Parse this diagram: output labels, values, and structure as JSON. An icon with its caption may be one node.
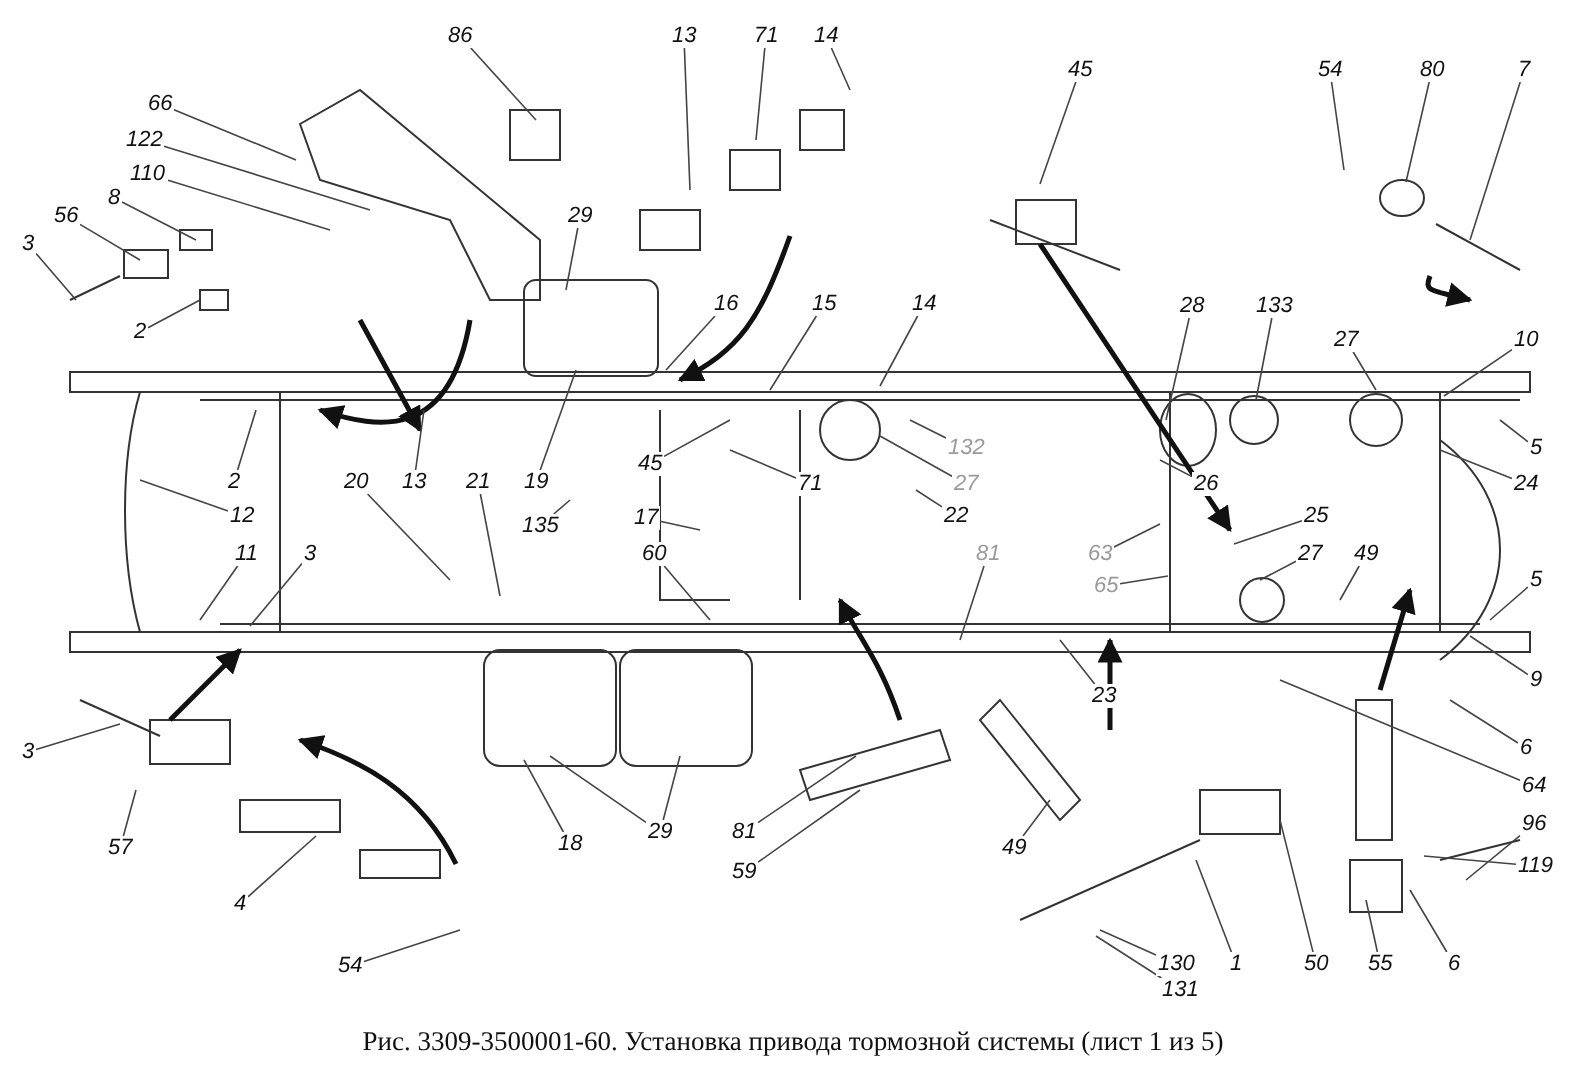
{
  "diagram": {
    "caption": "Рис. 3309-3500001-60. Установка привода тормозной системы (лист 1 из 5)",
    "nodes": [
      {
        "text": [
          "86"
        ]
      },
      {
        "text": [
          "13"
        ]
      },
      {
        "text": [
          "71"
        ]
      },
      {
        "text": [
          "14"
        ]
      },
      {
        "text": [
          "45"
        ]
      },
      {
        "text": [
          "54"
        ]
      },
      {
        "text": [
          "80"
        ]
      },
      {
        "text": [
          "7"
        ]
      },
      {
        "text": [
          "66"
        ]
      },
      {
        "text": [
          "122"
        ]
      },
      {
        "text": [
          "110"
        ]
      },
      {
        "text": [
          "8"
        ]
      },
      {
        "text": [
          "56"
        ]
      },
      {
        "text": [
          "3"
        ]
      },
      {
        "text": [
          "2"
        ]
      },
      {
        "text": [
          "29"
        ]
      },
      {
        "text": [
          "16"
        ]
      },
      {
        "text": [
          "15"
        ]
      },
      {
        "text": [
          "14"
        ]
      },
      {
        "text": [
          "28"
        ]
      },
      {
        "text": [
          "133"
        ]
      },
      {
        "text": [
          "27"
        ]
      },
      {
        "text": [
          "10"
        ]
      },
      {
        "text": [
          "5"
        ]
      },
      {
        "text": [
          "24"
        ]
      },
      {
        "text": [
          "132"
        ]
      },
      {
        "text": [
          "27"
        ]
      },
      {
        "text": [
          "26"
        ]
      },
      {
        "text": [
          "45"
        ]
      },
      {
        "text": [
          "71"
        ]
      },
      {
        "text": [
          "22"
        ]
      },
      {
        "text": [
          "2"
        ]
      },
      {
        "text": [
          "13"
        ]
      },
      {
        "text": [
          "21"
        ]
      },
      {
        "text": [
          "19"
        ]
      },
      {
        "text": [
          "20"
        ]
      },
      {
        "text": [
          "12"
        ]
      },
      {
        "text": [
          "135"
        ]
      },
      {
        "text": [
          "17"
        ]
      },
      {
        "text": [
          "60"
        ]
      },
      {
        "text": [
          "25"
        ]
      },
      {
        "text": [
          "63"
        ]
      },
      {
        "text": [
          "65"
        ]
      },
      {
        "text": [
          "27"
        ]
      },
      {
        "text": [
          "49"
        ]
      },
      {
        "text": [
          "11"
        ]
      },
      {
        "text": [
          "3"
        ]
      },
      {
        "text": [
          "81"
        ]
      },
      {
        "text": [
          "5"
        ]
      },
      {
        "text": [
          "9"
        ]
      },
      {
        "text": [
          "23"
        ]
      },
      {
        "text": [
          "6"
        ]
      },
      {
        "text": [
          "64"
        ]
      },
      {
        "text": [
          "3"
        ]
      },
      {
        "text": [
          "57"
        ]
      },
      {
        "text": [
          "4"
        ]
      },
      {
        "text": [
          "18"
        ]
      },
      {
        "text": [
          "29"
        ]
      },
      {
        "text": [
          "81"
        ]
      },
      {
        "text": [
          "59"
        ]
      },
      {
        "text": [
          "49"
        ]
      },
      {
        "text": [
          "130"
        ]
      },
      {
        "text": [
          "131"
        ]
      },
      {
        "text": [
          "1"
        ]
      },
      {
        "text": [
          "50"
        ]
      },
      {
        "text": [
          "55"
        ]
      },
      {
        "text": [
          "96"
        ]
      },
      {
        "text": [
          "119"
        ]
      },
      {
        "text": [
          "6"
        ]
      },
      {
        "text": [
          "54"
        ]
      }
    ],
    "edges": [
      {
        "from": 0,
        "to": null,
        "arrow": "none"
      },
      {
        "from": 1,
        "to": null,
        "arrow": "none"
      },
      {
        "from": 2,
        "to": null,
        "arrow": "none"
      },
      {
        "from": 3,
        "to": null,
        "arrow": "none"
      },
      {
        "from": 4,
        "to": null,
        "arrow": "none"
      },
      {
        "from": 5,
        "to": null,
        "arrow": "none"
      },
      {
        "from": 6,
        "to": null,
        "arrow": "none"
      },
      {
        "from": 7,
        "to": null,
        "arrow": "none"
      },
      {
        "from": 8,
        "to": null,
        "arrow": "none"
      },
      {
        "from": 9,
        "to": null,
        "arrow": "none"
      },
      {
        "from": 10,
        "to": null,
        "arrow": "none"
      },
      {
        "from": 11,
        "to": null,
        "arrow": "none"
      },
      {
        "from": 12,
        "to": null,
        "arrow": "none"
      },
      {
        "from": 13,
        "to": null,
        "arrow": "none"
      },
      {
        "from": 14,
        "to": null,
        "arrow": "none"
      },
      {
        "from": 15,
        "to": null,
        "arrow": "none"
      },
      {
        "from": 16,
        "to": null,
        "arrow": "none"
      },
      {
        "from": 17,
        "to": null,
        "arrow": "none"
      },
      {
        "from": 18,
        "to": null,
        "arrow": "none"
      },
      {
        "from": 19,
        "to": null,
        "arrow": "none"
      },
      {
        "from": 20,
        "to": null,
        "arrow": "none"
      },
      {
        "from": 21,
        "to": null,
        "arrow": "none"
      },
      {
        "from": 22,
        "to": null,
        "arrow": "none"
      },
      {
        "from": 23,
        "to": null,
        "arrow": "none"
      },
      {
        "from": 24,
        "to": null,
        "arrow": "none"
      },
      {
        "from": 25,
        "to": null,
        "arrow": "none"
      },
      {
        "from": 26,
        "to": null,
        "arrow": "none"
      },
      {
        "from": 27,
        "to": null,
        "arrow": "none"
      },
      {
        "from": 28,
        "to": null,
        "arrow": "none"
      },
      {
        "from": 29,
        "to": null,
        "arrow": "none"
      },
      {
        "from": 30,
        "to": null,
        "arrow": "none"
      },
      {
        "from": 31,
        "to": null,
        "arrow": "none"
      },
      {
        "from": 32,
        "to": null,
        "arrow": "none"
      },
      {
        "from": 33,
        "to": null,
        "arrow": "none"
      },
      {
        "from": 34,
        "to": null,
        "arrow": "none"
      },
      {
        "from": 35,
        "to": null,
        "arrow": "none"
      },
      {
        "from": 36,
        "to": null,
        "arrow": "none"
      },
      {
        "from": 37,
        "to": null,
        "arrow": "none"
      },
      {
        "from": 38,
        "to": null,
        "arrow": "none"
      },
      {
        "from": 39,
        "to": null,
        "arrow": "none"
      },
      {
        "from": 40,
        "to": null,
        "arrow": "none"
      },
      {
        "from": 41,
        "to": null,
        "arrow": "none"
      },
      {
        "from": 42,
        "to": null,
        "arrow": "none"
      },
      {
        "from": 43,
        "to": null,
        "arrow": "none"
      },
      {
        "from": 44,
        "to": null,
        "arrow": "none"
      },
      {
        "from": 45,
        "to": null,
        "arrow": "none"
      },
      {
        "from": 46,
        "to": null,
        "arrow": "none"
      },
      {
        "from": 47,
        "to": null,
        "arrow": "none"
      },
      {
        "from": 48,
        "to": null,
        "arrow": "none"
      },
      {
        "from": 49,
        "to": null,
        "arrow": "none"
      },
      {
        "from": 50,
        "to": null,
        "arrow": "none"
      },
      {
        "from": 51,
        "to": null,
        "arrow": "none"
      },
      {
        "from": 52,
        "to": null,
        "arrow": "none"
      },
      {
        "from": 53,
        "to": null,
        "arrow": "none"
      },
      {
        "from": 54,
        "to": null,
        "arrow": "none"
      },
      {
        "from": 55,
        "to": null,
        "arrow": "none"
      },
      {
        "from": 56,
        "to": null,
        "arrow": "none"
      },
      {
        "from": 57,
        "to": null,
        "arrow": "none"
      },
      {
        "from": 57,
        "to": null,
        "arrow": "none"
      },
      {
        "from": 58,
        "to": null,
        "arrow": "none"
      },
      {
        "from": 59,
        "to": null,
        "arrow": "none"
      },
      {
        "from": 60,
        "to": null,
        "arrow": "none"
      },
      {
        "from": 61,
        "to": null,
        "arrow": "none"
      },
      {
        "from": 62,
        "to": null,
        "arrow": "none"
      },
      {
        "from": 63,
        "to": null,
        "arrow": "none"
      },
      {
        "from": 64,
        "to": null,
        "arrow": "none"
      },
      {
        "from": 65,
        "to": null,
        "arrow": "none"
      },
      {
        "from": 66,
        "to": null,
        "arrow": "none"
      },
      {
        "from": 67,
        "to": null,
        "arrow": "none"
      },
      {
        "from": 68,
        "to": null,
        "arrow": "none"
      },
      {
        "from": 69,
        "to": null,
        "arrow": "none"
      }
    ]
  }
}
